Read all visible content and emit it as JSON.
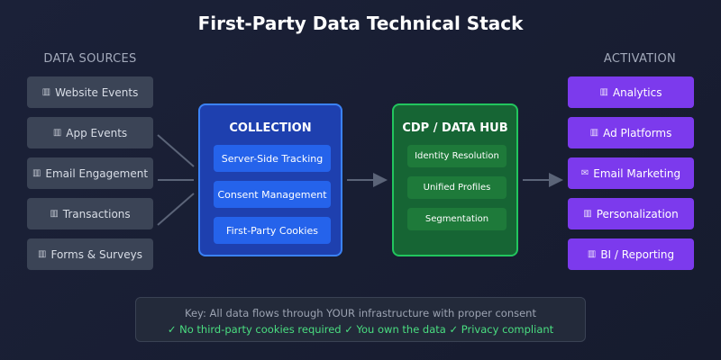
{
  "title": "First-Party Data Technical Stack",
  "colors": {
    "background": "#1b2138",
    "source_box": "#3b4456",
    "collection_panel": "#1e40af",
    "collection_border": "#3b82f6",
    "collection_item": "#2563eb",
    "cdp_panel": "#166534",
    "cdp_border": "#22c55e",
    "cdp_item": "#1e7a3a",
    "activation_box": "#7c3aed",
    "key_green": "#4ade80"
  },
  "data_sources": {
    "label": "DATA SOURCES",
    "items": [
      {
        "icon": "list-icon",
        "glyph": "▥",
        "label": "Website Events"
      },
      {
        "icon": "list-icon",
        "glyph": "▥",
        "label": "App Events"
      },
      {
        "icon": "list-icon",
        "glyph": "▥",
        "label": "Email Engagement"
      },
      {
        "icon": "list-icon",
        "glyph": "▥",
        "label": "Transactions"
      },
      {
        "icon": "list-icon",
        "glyph": "▥",
        "label": "Forms & Surveys"
      }
    ]
  },
  "collection": {
    "title": "COLLECTION",
    "items": [
      "Server-Side Tracking",
      "Consent Management",
      "First-Party Cookies"
    ]
  },
  "cdp": {
    "title": "CDP / DATA HUB",
    "items": [
      "Identity Resolution",
      "Unified Profiles",
      "Segmentation"
    ]
  },
  "activation": {
    "label": "ACTIVATION",
    "items": [
      {
        "icon": "list-icon",
        "glyph": "▥",
        "label": "Analytics"
      },
      {
        "icon": "list-icon",
        "glyph": "▥",
        "label": "Ad Platforms"
      },
      {
        "icon": "envelope-icon",
        "glyph": "✉",
        "label": "Email Marketing"
      },
      {
        "icon": "list-icon",
        "glyph": "▥",
        "label": "Personalization"
      },
      {
        "icon": "list-icon",
        "glyph": "▥",
        "label": "BI / Reporting"
      }
    ]
  },
  "key": {
    "line1": "Key: All data flows through YOUR infrastructure with proper consent",
    "line2": "✓ No third-party cookies required ✓ You own the data ✓ Privacy compliant"
  }
}
